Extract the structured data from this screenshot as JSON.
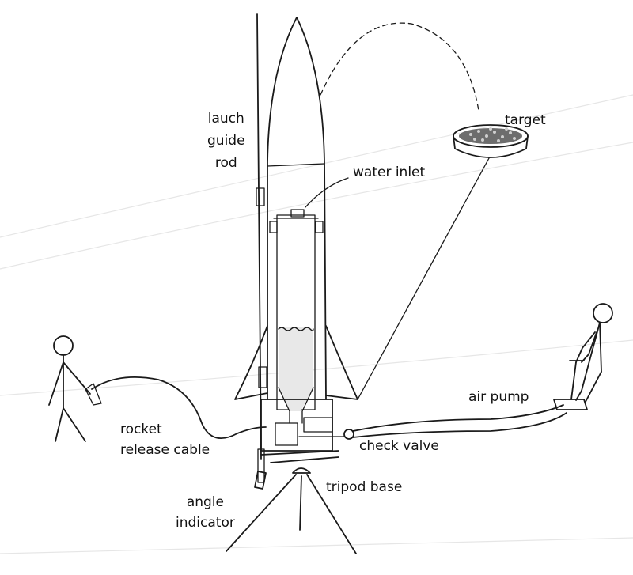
{
  "labels": {
    "launch_guide_rod": [
      "lauch",
      "guide",
      "rod"
    ],
    "target": "target",
    "water_inlet": "water inlet",
    "air_pump": "air pump",
    "rocket_release_cable": [
      "rocket",
      "release cable"
    ],
    "check_valve": "check valve",
    "tripod_base": "tripod base",
    "angle_indicator": [
      "angle",
      "indicator"
    ]
  }
}
